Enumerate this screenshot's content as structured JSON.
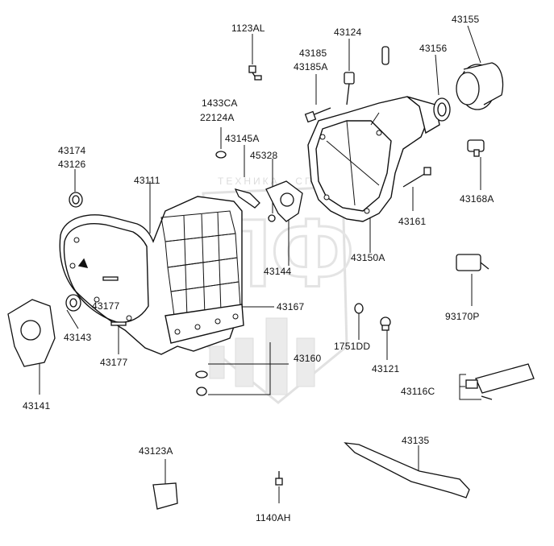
{
  "diagram": {
    "watermark_text": "ТЕХНИКА · СПЕЦИАЛ",
    "watermark_logo": "ПФ",
    "parts": {
      "p1123AL": "1123AL",
      "p43124": "43124",
      "p43155": "43155",
      "p43185": "43185",
      "p43185A": "43185A",
      "p43156": "43156",
      "p1433CA": "1433CA",
      "p22124A": "22124A",
      "p43145A": "43145A",
      "p43174": "43174",
      "p43126": "43126",
      "p45328": "45328",
      "p43111": "43111",
      "p43168A": "43168A",
      "p43161": "43161",
      "p43150A": "43150A",
      "p43144": "43144",
      "p93170P": "93170P",
      "p43167": "43167",
      "p43177a": "43177",
      "p43143": "43143",
      "p43177b": "43177",
      "p1751DD": "1751DD",
      "p43160": "43160",
      "p43121": "43121",
      "p43141": "43141",
      "p43116C": "43116C",
      "p43135": "43135",
      "p43123A": "43123A",
      "p1140AH": "1140AH"
    }
  }
}
